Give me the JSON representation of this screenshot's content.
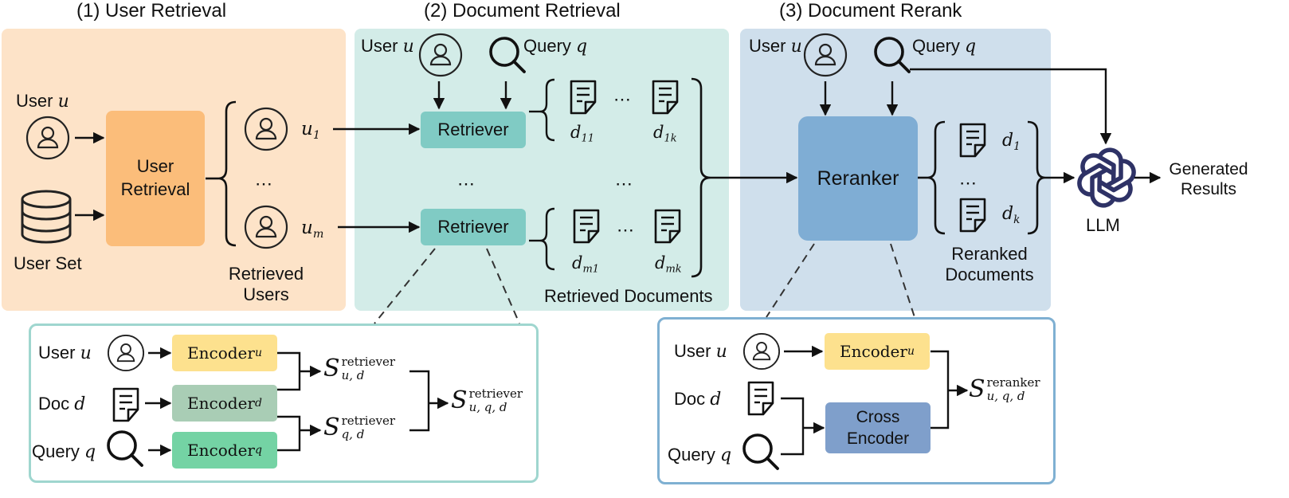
{
  "stages": {
    "s1": "(1) User Retrieval",
    "s2": "(2) Document Retrieval",
    "s3": "(3) Document Rerank"
  },
  "stage1": {
    "user_label": "User",
    "user_var": "u",
    "user_set_label": "User Set",
    "retrieval_box": "User Retrieval",
    "u1": "u",
    "u1_sub": "1",
    "um": "u",
    "um_sub": "m",
    "dots": "⋯",
    "retrieved_users": "Retrieved Users"
  },
  "stage2": {
    "user_label": "User",
    "user_var": "u",
    "query_label": "Query",
    "query_var": "q",
    "retriever": "Retriever",
    "d11": "d",
    "d11_sub": "11",
    "d1k": "d",
    "d1k_sub": "1k",
    "dm1": "d",
    "dm1_sub": "m1",
    "dmk": "d",
    "dmk_sub": "mk",
    "dots": "⋯",
    "retrieved_docs": "Retrieved Documents"
  },
  "stage3": {
    "user_label": "User",
    "user_var": "u",
    "query_label": "Query",
    "query_var": "q",
    "reranker": "Reranker",
    "d1": "d",
    "d1_sub": "1",
    "dk": "d",
    "dk_sub": "k",
    "dots": "⋯",
    "reranked_docs": "Reranked Documents",
    "llm": "LLM",
    "generated": "Generated Results"
  },
  "retriever_detail": {
    "user_label": "User",
    "user_var": "u",
    "doc_label": "Doc",
    "doc_var": "d",
    "query_label": "Query",
    "query_var": "q",
    "encoder": "Encoder",
    "enc_u_sub": "u",
    "enc_d_sub": "d",
    "enc_q_sub": "q",
    "score_sym": "S",
    "score_sup": "retriever",
    "score_ud_sub": "u, d",
    "score_qd_sub": "q, d",
    "score_uqd_sub": "u, q, d"
  },
  "reranker_detail": {
    "user_label": "User",
    "user_var": "u",
    "doc_label": "Doc",
    "doc_var": "d",
    "query_label": "Query",
    "query_var": "q",
    "encoder": "Encoder",
    "enc_u_sub": "u",
    "cross_encoder": "Cross Encoder",
    "score_sym": "S",
    "score_sup": "reranker",
    "score_uqd_sub": "u, q, d"
  },
  "colors": {
    "stage1_bg": "#fde3c8",
    "stage2_bg": "#d3ece8",
    "stage3_bg": "#cfdfec",
    "user_retrieval": "#fbbd7a",
    "retriever": "#80cbc4",
    "reranker": "#7fadd4",
    "enc_user": "#fde18e",
    "enc_doc": "#a9cdb5",
    "enc_query": "#74d3a4",
    "cross_encoder": "#7f9fcb",
    "detail_left_border": "#9fd6cf",
    "detail_right_border": "#7fb0d2"
  }
}
